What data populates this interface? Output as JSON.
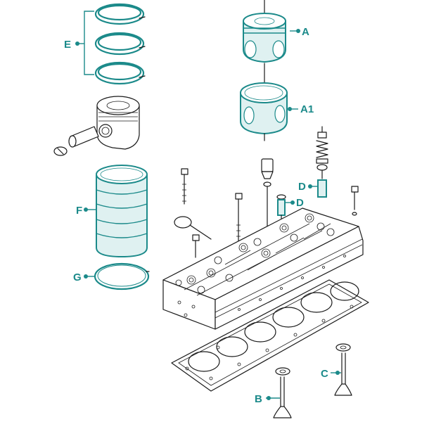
{
  "diagram": {
    "accent_color": "#1b8a8a",
    "line_color": "#1a1a1a",
    "callouts": [
      {
        "id": "A",
        "label": "A"
      },
      {
        "id": "A1",
        "label": "A1"
      },
      {
        "id": "B",
        "label": "B"
      },
      {
        "id": "C",
        "label": "C"
      },
      {
        "id": "D1",
        "label": "D"
      },
      {
        "id": "D2",
        "label": "D"
      },
      {
        "id": "E",
        "label": "E"
      },
      {
        "id": "F",
        "label": "F"
      },
      {
        "id": "G",
        "label": "G"
      }
    ]
  }
}
